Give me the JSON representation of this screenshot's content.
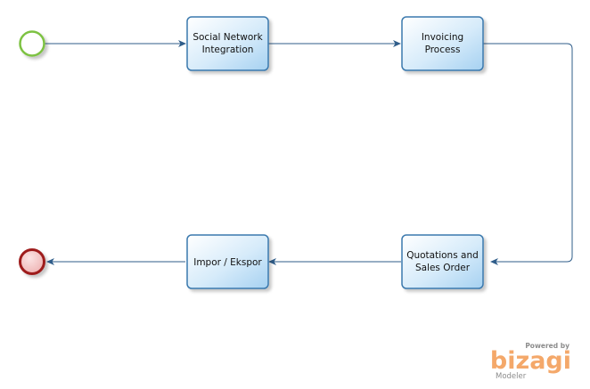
{
  "diagram": {
    "tasks": [
      {
        "line1": "Social Network",
        "line2": "Integration"
      },
      {
        "line1": "Invoicing",
        "line2": "Process"
      },
      {
        "line1": "Quotations and",
        "line2": "Sales Order"
      },
      {
        "line1": "Impor / Ekspor",
        "line2": ""
      }
    ]
  },
  "branding": {
    "powered_by": "Powered by",
    "name": "bizagi",
    "product": "Modeler"
  },
  "colors": {
    "start_event_stroke": "#7dc243",
    "end_event_stroke": "#9e1c1c",
    "end_event_fill": "#f4c6c6",
    "task_stroke": "#3b79ad",
    "task_fill_light": "#ffffff",
    "task_fill_dark": "#a9d3f2",
    "flow_line": "#2f5d8a",
    "brand_accent": "#f4a86a"
  }
}
